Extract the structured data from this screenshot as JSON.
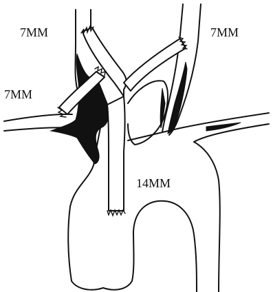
{
  "labels": {
    "top_left": "7MM",
    "top_right": "7MM",
    "mid_left": "7MM",
    "center": "14MM"
  }
}
